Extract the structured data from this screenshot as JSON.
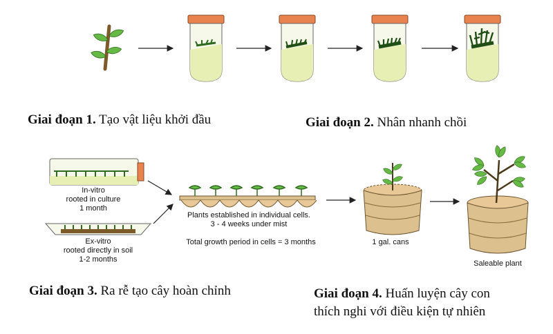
{
  "stages": [
    {
      "title": "Giai đoạn 1.",
      "desc": "Tạo vật liệu khởi đầu"
    },
    {
      "title": "Giai đoạn 2.",
      "desc": "Nhân nhanh chồi"
    },
    {
      "title": "Giai đoạn 3.",
      "desc": "Ra rễ tạo cây hoàn chỉnh"
    },
    {
      "title": "Giai đoạn 4.",
      "desc": "Huấn luyện cây con",
      "desc2": "thích nghi với điều kiện tự nhiên"
    }
  ],
  "labels": {
    "invitro": [
      "In-vitro",
      "rooted in culture",
      "1 month"
    ],
    "exvitro": [
      "Ex-vitro",
      "rooted directly in soil",
      "1-2 months"
    ],
    "cells": [
      "Plants established in individual cells.",
      "3 - 4 weeks under mist"
    ],
    "total": "Total growth period in cells = 3 months",
    "cans": "1 gal. cans",
    "saleable": "Saleable plant"
  },
  "colors": {
    "jar_lid": "#e8834f",
    "medium": "#e7efb4",
    "leaf": "#67b946",
    "soil": "#e8c896",
    "pot": "#dcc18e"
  }
}
